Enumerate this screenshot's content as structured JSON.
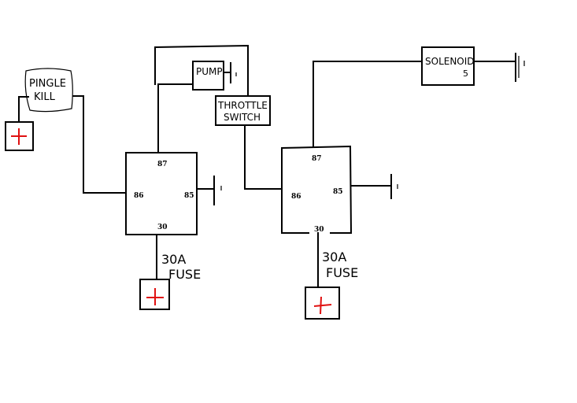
{
  "diagram": {
    "colors": {
      "line": "#000000",
      "positive": "#e01010",
      "background": "#ffffff"
    },
    "labels": {
      "pingle_kill_line1": "PINGLE",
      "pingle_kill_line2": "KILL",
      "pump": "PUMP",
      "throttle_line1": "THROTTLE",
      "throttle_line2": "SWITCH",
      "solenoid_line1": "SOLENOID",
      "solenoid_line2": "5",
      "fuse1_line1": "30A",
      "fuse1_line2": "FUSE",
      "fuse2_line1": "30A",
      "fuse2_line2": "FUSE"
    },
    "relay_left": {
      "pin_87": "87",
      "pin_86": "86",
      "pin_85": "85",
      "pin_30": "30"
    },
    "relay_right": {
      "pin_87": "87",
      "pin_86": "86",
      "pin_85": "85",
      "pin_30": "30"
    },
    "icons": [
      "ground-icon",
      "battery-positive-icon"
    ]
  }
}
